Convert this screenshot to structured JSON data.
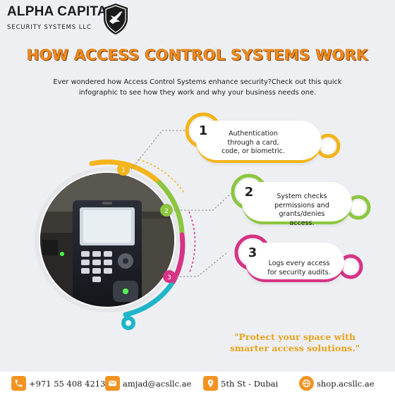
{
  "brand": {
    "name": "ALPHA CAPITAL",
    "subtitle": "SECURITY SYSTEMS LLC"
  },
  "title": "HOW ACCESS CONTROL SYSTEMS WORK",
  "intro": "Ever wondered how Access Control Systems enhance security?Check out this quick infographic to see how they work and why your business needs one.",
  "wheel_markers": [
    "1",
    "2",
    "3"
  ],
  "steps": [
    {
      "number": "1",
      "text": "Authentication through a card, code, or biometric.",
      "color": "#f4b41a"
    },
    {
      "number": "2",
      "text": "System checks permissions and grants/denies access.",
      "color": "#8cc63f"
    },
    {
      "number": "3",
      "text": "Logs every access for security audits.",
      "color": "#d63384"
    }
  ],
  "quote": "\"Protect your space with smarter access solutions.\"",
  "footer": {
    "phone": "+971 55 408 4213",
    "email": "amjad@acsllc.ae",
    "address": "5th St - Dubai",
    "website": "shop.acsllc.ae"
  },
  "colors": {
    "accent_orange": "#f08a1c",
    "step1": "#f4b41a",
    "step2": "#8cc63f",
    "step3": "#d63384",
    "teal": "#1fb5c9"
  }
}
